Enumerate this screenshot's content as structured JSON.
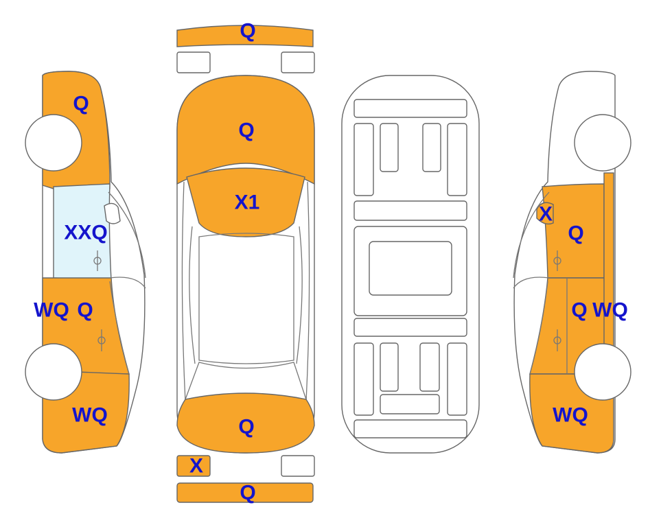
{
  "colors": {
    "damage_fill": "#F7A52A",
    "glass_fill": "#E0F4FA",
    "label_text": "#1414CC",
    "outline": "#666666",
    "body_fill": "#FFFFFF"
  },
  "labels": {
    "left_upper_rear": "Q",
    "left_rear_window": "XXQ",
    "left_rear_door": "Q",
    "left_rear_door_side": "WQ",
    "left_front_fender": "WQ",
    "front_bumper": "Q",
    "trunk_lid": "Q",
    "rear_windshield": "X1",
    "hood": "Q",
    "rear_lamp_left": "X",
    "rear_bumper": "Q",
    "right_quarter_glass": "X",
    "right_rear_door": "Q",
    "right_door_lower_a": "Q",
    "right_door_lower_b": "WQ",
    "right_front_fender": "WQ"
  }
}
